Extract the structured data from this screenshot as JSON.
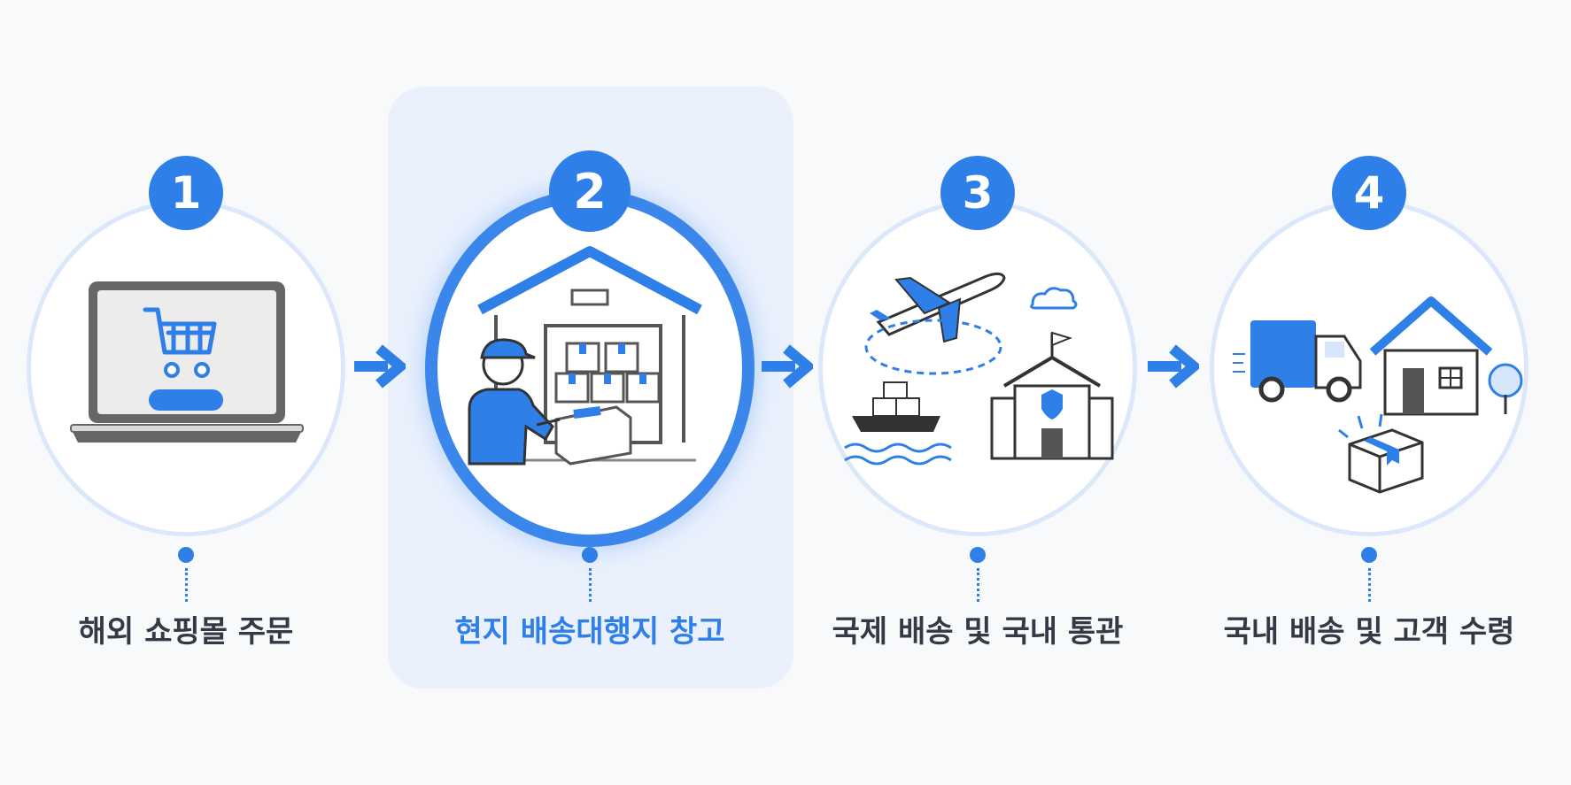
{
  "steps": [
    {
      "number": "1",
      "label": "해외 쇼핑몰 주문"
    },
    {
      "number": "2",
      "label": "현지 배송대행지 창고"
    },
    {
      "number": "3",
      "label": "국제 배송 및 국내 통관"
    },
    {
      "number": "4",
      "label": "국내 배송 및 고객 수령"
    }
  ],
  "colors": {
    "accent": "#2f7fe8",
    "highlight": "#eaf1fd",
    "ring": "#dbe7fb",
    "text": "#333a45"
  }
}
